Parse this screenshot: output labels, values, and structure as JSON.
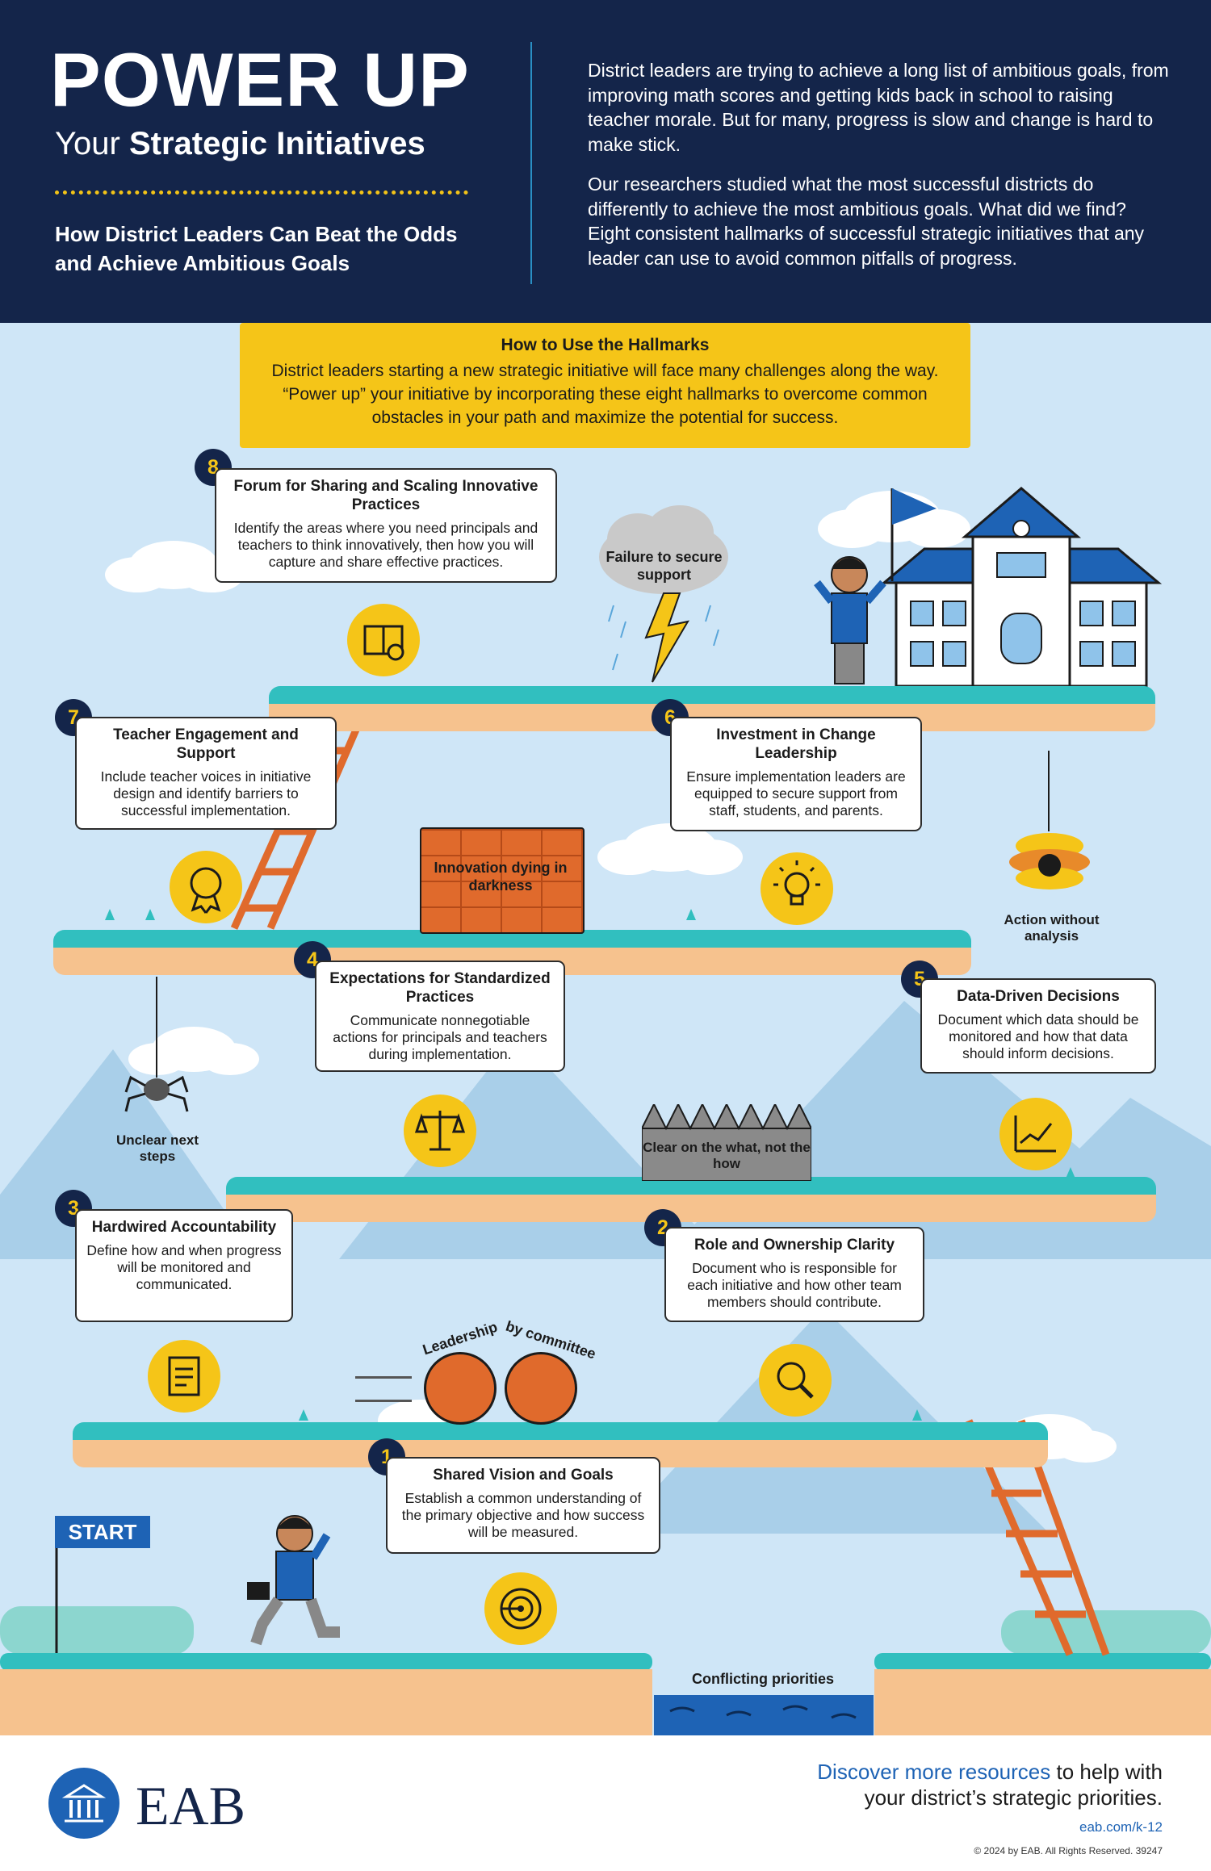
{
  "header": {
    "title": "POWER UP",
    "subtitle_prefix": "Your",
    "subtitle_bold": "Strategic Initiatives",
    "tagline": "How District Leaders Can Beat the Odds and Achieve Ambitious Goals",
    "paragraph1": "District leaders are trying to achieve a long list of ambitious goals, from improving math scores and getting kids back in school to raising teacher morale. But for many, progress is slow and change is hard to make stick.",
    "paragraph2": "Our researchers studied what the most successful districts do differently to achieve the most ambitious goals. What did we find? Eight consistent hallmarks of successful strategic initiatives that any leader can use to avoid common pitfalls of progress."
  },
  "howto": {
    "title": "How to Use the Hallmarks",
    "body": "District leaders starting a new strategic initiative will face many challenges along the way. “Power up” your initiative by incorporating these eight hallmarks to overcome common obstacles in your path and maximize the potential for success."
  },
  "hallmarks": [
    {
      "num": "1",
      "title": "Shared Vision and Goals",
      "body": "Establish a common understanding of the primary objective and how success will be measured.",
      "icon": "target-icon"
    },
    {
      "num": "2",
      "title": "Role and Ownership Clarity",
      "body": "Document who is responsible for each initiative and how other team members should contribute.",
      "icon": "magnifier-icon"
    },
    {
      "num": "3",
      "title": "Hardwired Accountability",
      "body": "Define how and when progress will be monitored and communicated.",
      "icon": "clipboard-icon"
    },
    {
      "num": "4",
      "title": "Expectations for Standardized Practices",
      "body": "Communicate nonnegotiable actions for principals and teachers during implementation.",
      "icon": "scales-icon"
    },
    {
      "num": "5",
      "title": "Data-Driven Decisions",
      "body": "Document which data should be monitored and how that data should inform decisions.",
      "icon": "chart-icon"
    },
    {
      "num": "6",
      "title": "Investment in Change Leadership",
      "body": "Ensure implementation leaders are equipped to secure support from staff, students, and parents.",
      "icon": "lightbulb-icon"
    },
    {
      "num": "7",
      "title": "Teacher Engagement and Support",
      "body": "Include teacher voices in initiative design and identify barriers to successful implementation.",
      "icon": "award-icon"
    },
    {
      "num": "8",
      "title": "Forum for Sharing and Scaling Innovative Practices",
      "body": "Identify the areas where you need principals and teachers to think innovatively, then how you will capture and share effective practices.",
      "icon": "book-icon"
    }
  ],
  "obstacles": {
    "cloud": "Failure to secure support",
    "wall": "Innovation dying in darkness",
    "hive": "Action without analysis",
    "spider": "Unclear next steps",
    "spikes": "Clear on the what, not the how",
    "barrel_word1": "Leadership",
    "barrel_word2": "by committee",
    "water": "Conflicting priorities"
  },
  "start_label": "START",
  "footer": {
    "brand": "EAB",
    "cta_link": "Discover more resources",
    "cta_rest": " to help with",
    "cta_line2": "your district’s strategic priorities.",
    "url": "eab.com/k-12",
    "copyright": "© 2024 by EAB. All Rights Reserved. 39247"
  },
  "colors": {
    "navy": "#14254a",
    "yellow": "#f5c518",
    "teal": "#31bfbf",
    "soil": "#f6c28e",
    "blue": "#1e63b5",
    "orange": "#e06a2c",
    "sky": "#cfe6f7"
  }
}
